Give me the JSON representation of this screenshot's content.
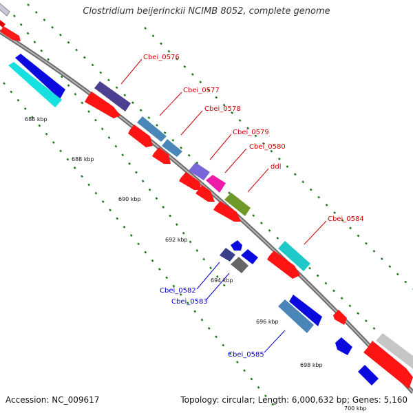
{
  "title": "Clostridium beijerinckii NCIMB 8052, complete genome",
  "footer": {
    "accession": "Accession: NC_009617",
    "summary": "Topology: circular; Length: 6,000,632 bp; Genes: 5,160"
  },
  "colors": {
    "backbone": "#8a8a8a",
    "ticks": "#1f7a1f",
    "forward_label": "#cc0000",
    "reverse_label": "#0000cc"
  },
  "ticks": [
    "686 kbp",
    "688 kbp",
    "690 kbp",
    "692 kbp",
    "694 kbp",
    "696 kbp",
    "698 kbp",
    "700 kbp"
  ],
  "genes": [
    {
      "id": "Cbei_0576",
      "label": "Cbei_0576",
      "strand": "forward",
      "color": "#4b3f8f"
    },
    {
      "id": "Cbei_0577",
      "label": "Cbei_0577",
      "strand": "forward",
      "color": "#4a86b8"
    },
    {
      "id": "Cbei_0578",
      "label": "Cbei_0578",
      "strand": "forward",
      "color": "#4a86b8"
    },
    {
      "id": "Cbei_0579",
      "label": "Cbei_0579",
      "strand": "forward",
      "color": "#7a66d6"
    },
    {
      "id": "Cbei_0580",
      "label": "Cbei_0580",
      "strand": "forward",
      "color": "#ee1aa8"
    },
    {
      "id": "ddl",
      "label": "ddl",
      "strand": "forward",
      "color": "#6f9a2a"
    },
    {
      "id": "Cbei_0584",
      "label": "Cbei_0584",
      "strand": "forward",
      "color": "#1fc9c9"
    },
    {
      "id": "Cbei_0582",
      "label": "Cbei_0582",
      "strand": "reverse",
      "color": "#3c3f8a"
    },
    {
      "id": "Cbei_0583",
      "label": "Cbei_0583",
      "strand": "reverse",
      "color": "#666666"
    },
    {
      "id": "Cbei_0585",
      "label": "Cbei_0585",
      "strand": "reverse",
      "color": "#4a86b8"
    }
  ]
}
